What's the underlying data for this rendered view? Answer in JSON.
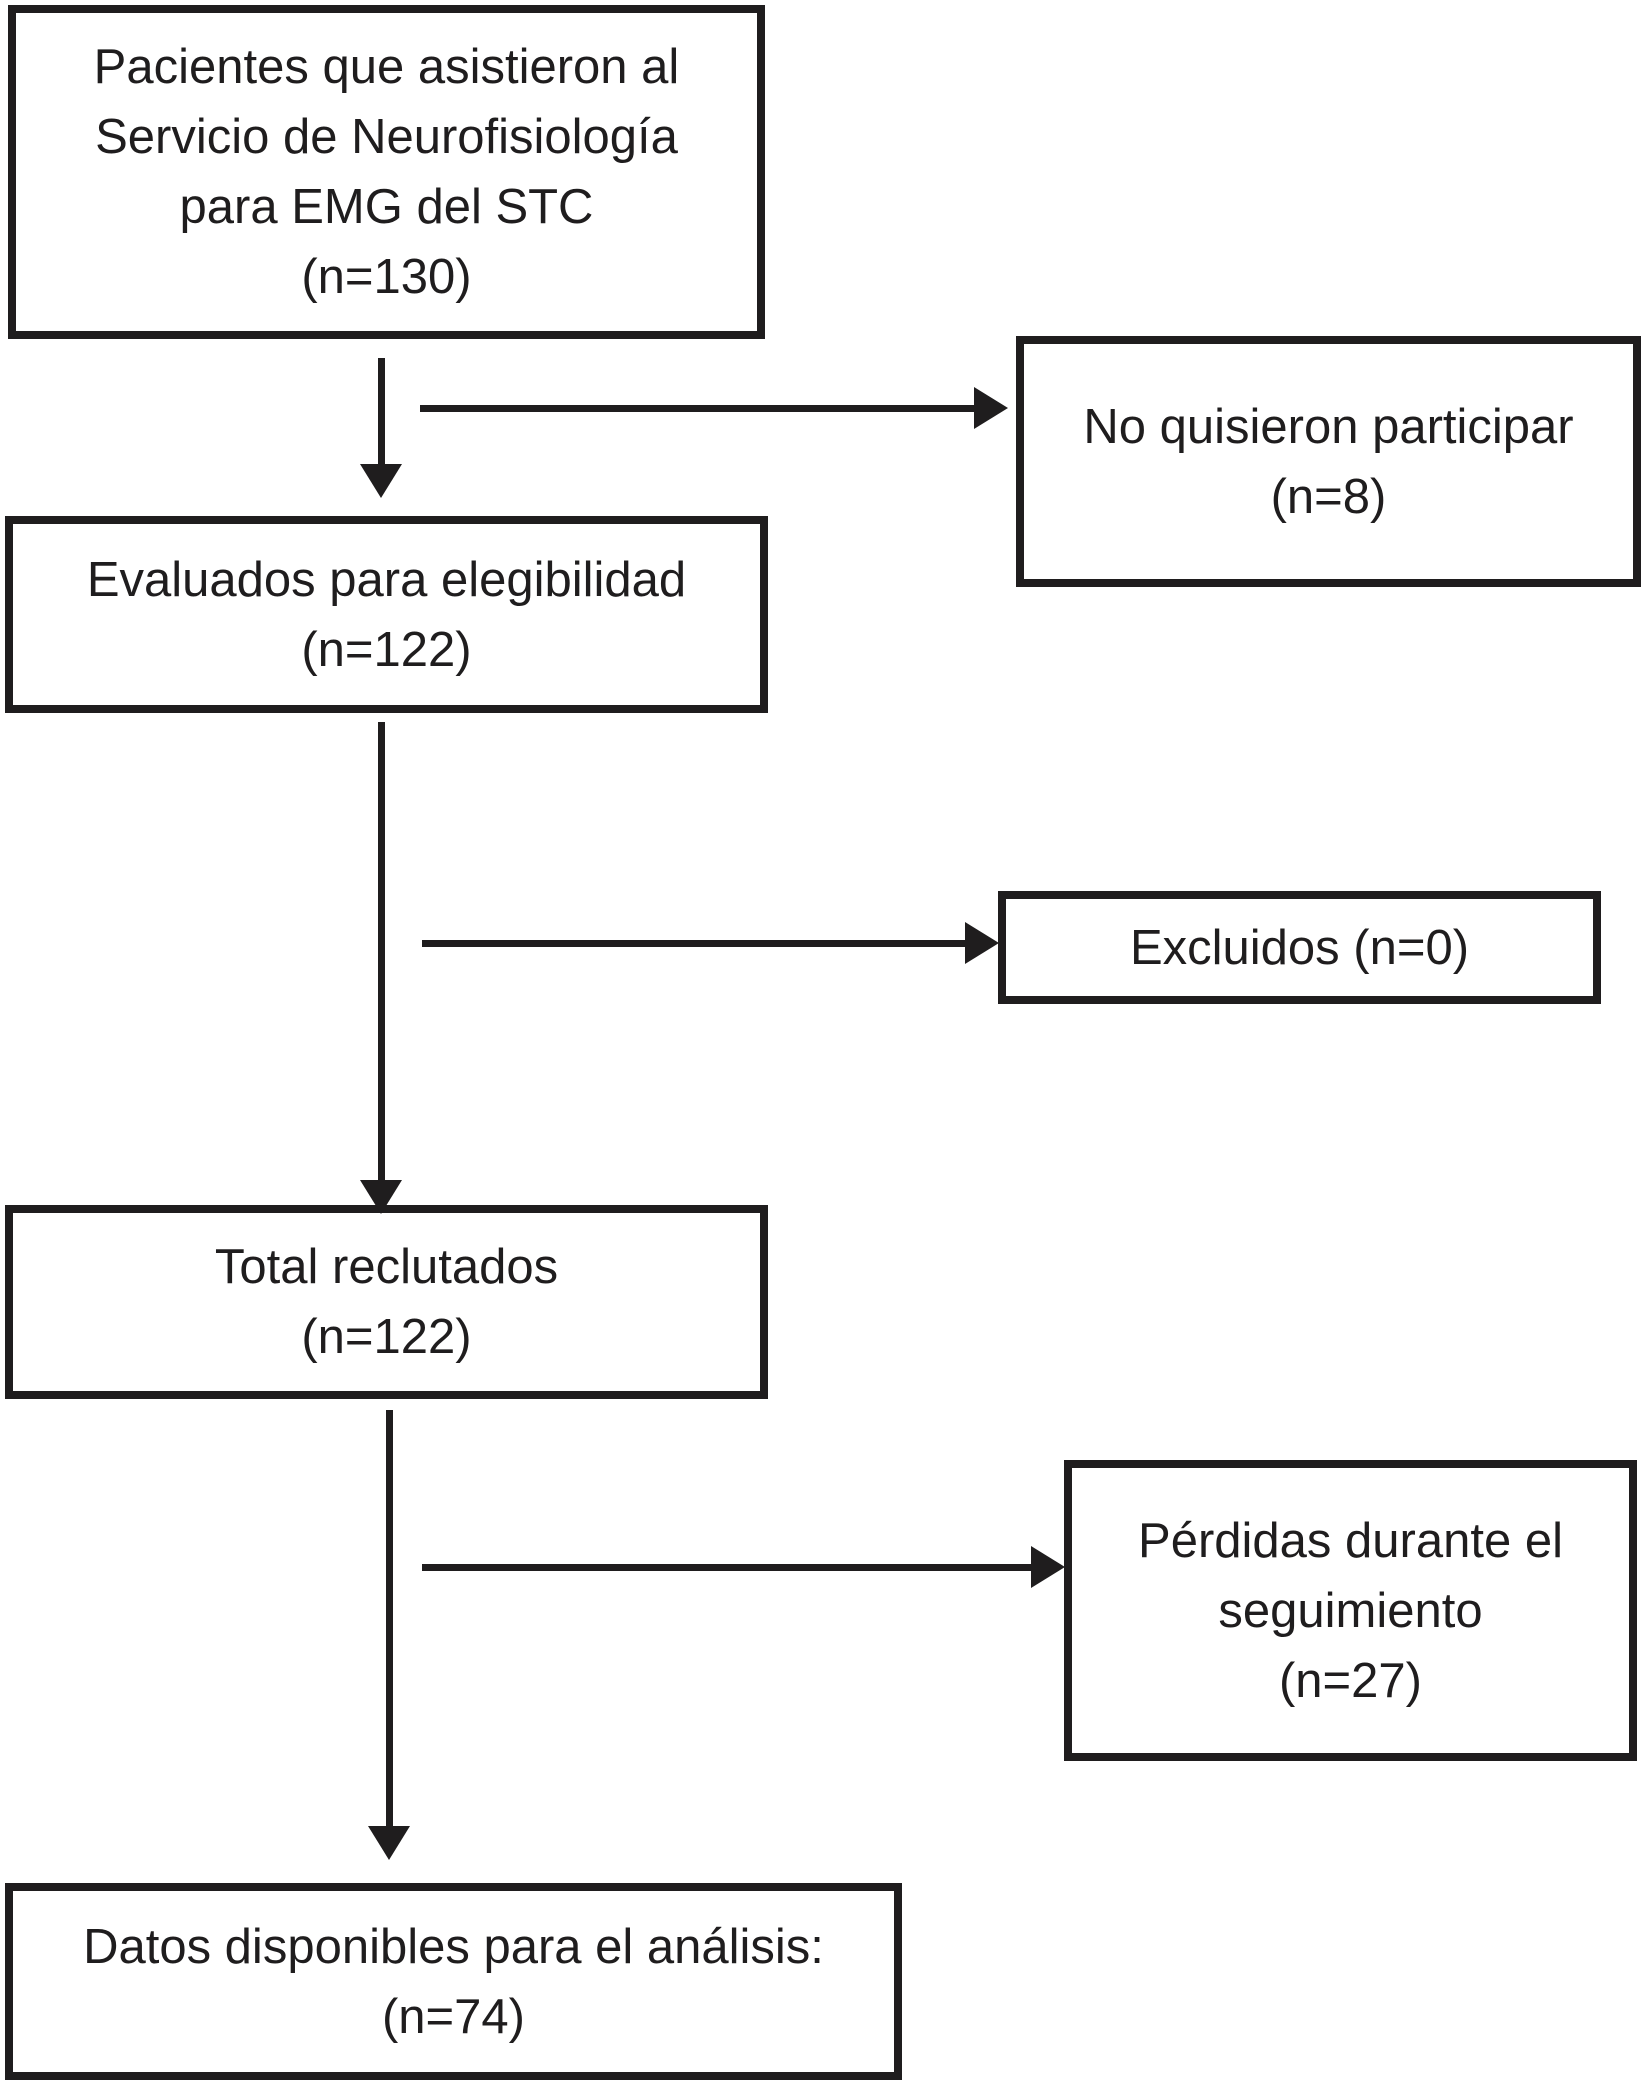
{
  "flowchart": {
    "colors": {
      "ink": "#1f1d1e",
      "background": "#ffffff"
    },
    "boxes": {
      "pacientes": {
        "lines": [
          "Pacientes que asistieron al",
          "Servicio de Neurofisiología",
          "para EMG del STC",
          "(n=130)"
        ]
      },
      "no_participar": {
        "lines": [
          "No quisieron participar",
          "(n=8)"
        ]
      },
      "evaluados": {
        "lines": [
          "Evaluados para elegibilidad",
          "(n=122)"
        ]
      },
      "excluidos": {
        "lines": [
          "Excluidos (n=0)"
        ]
      },
      "reclutados": {
        "lines": [
          "Total reclutados",
          "(n=122)"
        ]
      },
      "perdidas": {
        "lines": [
          "Pérdidas durante el",
          "seguimiento",
          "(n=27)"
        ]
      },
      "datos": {
        "lines": [
          "Datos disponibles para el análisis:",
          "(n=74)"
        ]
      }
    }
  }
}
